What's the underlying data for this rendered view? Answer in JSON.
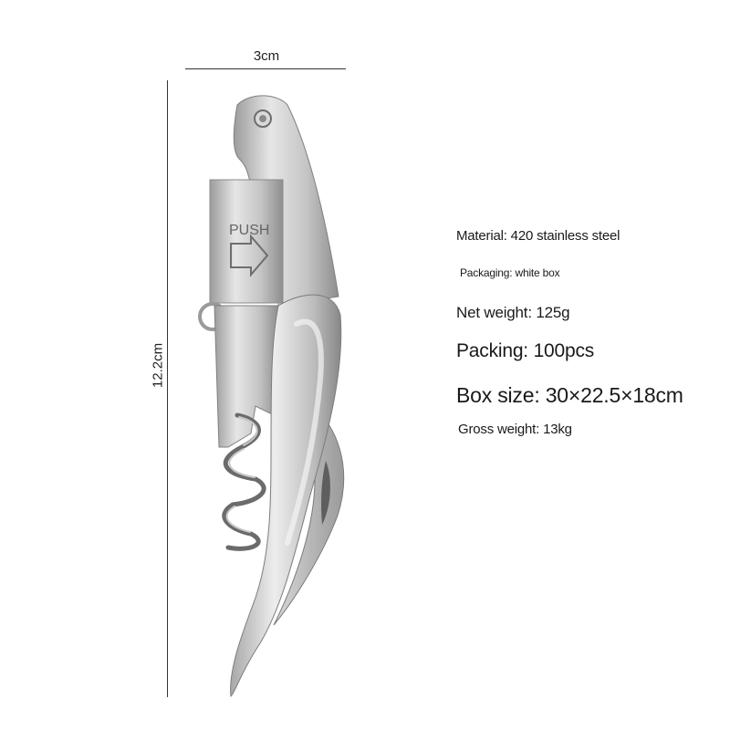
{
  "dimensions": {
    "width_label": "3cm",
    "height_label": "12.2cm"
  },
  "product": {
    "push_label": "PUSH"
  },
  "specs": {
    "material": "Material: 420 stainless steel",
    "packaging": "Packaging: white box",
    "net_weight": "Net weight: 125g",
    "packing": "Packing: 100pcs",
    "box_size": "Box size: 30×22.5×18cm",
    "gross_weight": "Gross weight: 13kg"
  },
  "colors": {
    "steel_light": "#e4e4e4",
    "steel_mid": "#b9b9b9",
    "steel_dark": "#8a8a8a",
    "text": "#1a1a1a"
  }
}
